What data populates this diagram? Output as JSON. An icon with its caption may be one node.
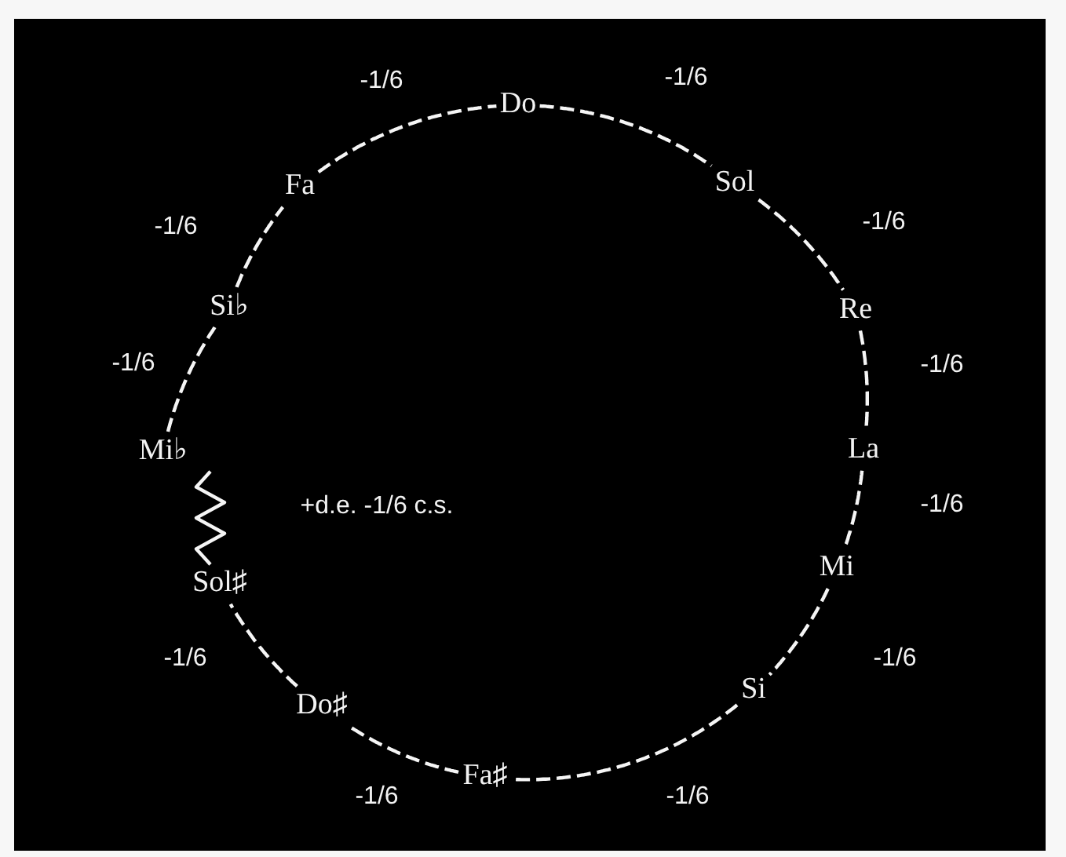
{
  "diagram": {
    "nodes": [
      {
        "text": [
          "Do"
        ]
      },
      {
        "text": [
          "Sol"
        ]
      },
      {
        "text": [
          "Re"
        ]
      },
      {
        "text": [
          "La"
        ]
      },
      {
        "text": [
          "Mi"
        ]
      },
      {
        "text": [
          "Si"
        ]
      },
      {
        "text": [
          "Fa♯"
        ]
      },
      {
        "text": [
          "Do♯"
        ]
      },
      {
        "text": [
          "Sol♯"
        ]
      },
      {
        "text": [
          "Mi♭"
        ]
      },
      {
        "text": [
          "Si♭"
        ]
      },
      {
        "text": [
          "Fa"
        ]
      }
    ],
    "edges": [
      {
        "from": 0,
        "to": 1,
        "arrow": "none",
        "style": "dashed",
        "label": "-1/6"
      },
      {
        "from": 1,
        "to": 2,
        "arrow": "none",
        "style": "dashed",
        "label": "-1/6"
      },
      {
        "from": 2,
        "to": 3,
        "arrow": "none",
        "style": "dashed",
        "label": "-1/6"
      },
      {
        "from": 3,
        "to": 4,
        "arrow": "none",
        "style": "dashed",
        "label": "-1/6"
      },
      {
        "from": 4,
        "to": 5,
        "arrow": "none",
        "style": "dashed",
        "label": "-1/6"
      },
      {
        "from": 5,
        "to": 6,
        "arrow": "none",
        "style": "dashed",
        "label": "-1/6"
      },
      {
        "from": 6,
        "to": 7,
        "arrow": "none",
        "style": "dashed",
        "label": "-1/6"
      },
      {
        "from": 7,
        "to": 8,
        "arrow": "none",
        "style": "dashed",
        "label": "-1/6"
      },
      {
        "from": 8,
        "to": 9,
        "arrow": "none",
        "label": "+d.e. -1/6 c.s."
      },
      {
        "from": 9,
        "to": 10,
        "arrow": "none",
        "style": "dashed",
        "label": "-1/6"
      },
      {
        "from": 10,
        "to": 11,
        "arrow": "none",
        "style": "dashed",
        "label": "-1/6"
      },
      {
        "from": 11,
        "to": 0,
        "arrow": "none",
        "style": "dashed",
        "label": "-1/6"
      }
    ]
  }
}
